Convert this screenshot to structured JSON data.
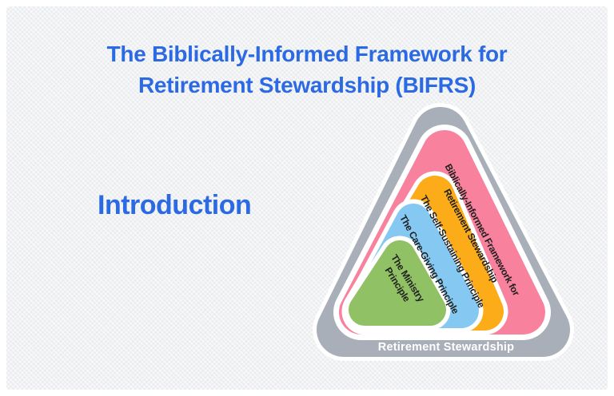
{
  "slide": {
    "title_line1": "The Biblically-Informed Framework for",
    "title_line2": "Retirement Stewardship (BIFRS)",
    "section_heading": "Introduction"
  },
  "diagram": {
    "base_label": "Retirement Stewardship",
    "base_color": "#a9afb9",
    "label_color": "#1f1f1f",
    "base_label_color": "#ffffff",
    "rings": [
      {
        "id": "framework",
        "color": "#f8819d",
        "label_line1": "Biblically-Informed Framework for",
        "label_line2": "Retirement Stewardship"
      },
      {
        "id": "self-sustaining",
        "color": "#fbac18",
        "label": "The Self-Sustaining Principle"
      },
      {
        "id": "care-giving",
        "color": "#85c8f1",
        "label": "The Care-Giving Principle"
      },
      {
        "id": "ministry",
        "color": "#90c164",
        "label_line1": "The Ministry",
        "label_line2": "Principle"
      }
    ]
  },
  "theme": {
    "accent_blue": "#2c6ae4",
    "background": "#f1f2f4",
    "frame": "#ffffff"
  }
}
